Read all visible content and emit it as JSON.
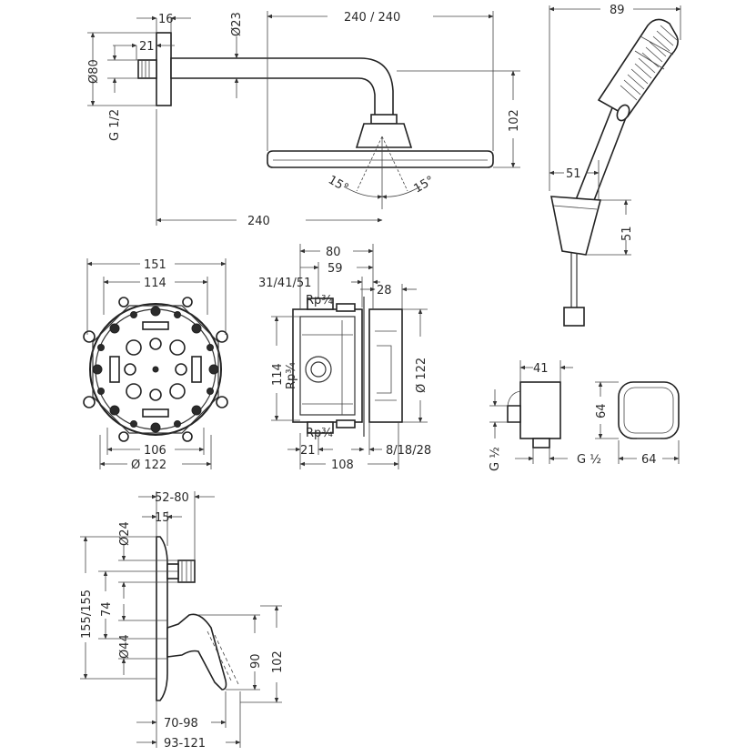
{
  "colors": {
    "line": "#333333",
    "background": "#ffffff",
    "dark_part": "#2b2b2b"
  },
  "shower_head": {
    "dim_16": "16",
    "dim_21": "21",
    "dim_d23": "Ø23",
    "dim_240_240": "240 / 240",
    "dim_d80": "Ø80",
    "dim_g12": "G 1/2",
    "dim_102": "102",
    "angle_left": "15°",
    "angle_right": "15°",
    "dim_240": "240"
  },
  "hand_shower": {
    "dim_89": "89",
    "dim_51_h": "51",
    "dim_51_v": "51"
  },
  "mounting_ring": {
    "dim_151": "151",
    "dim_114": "114",
    "dim_106": "106",
    "dim_d122": "Ø 122"
  },
  "valve_body": {
    "dim_80": "80",
    "dim_59": "59",
    "dim_31_41_51": "31/41/51",
    "dim_28": "28",
    "rp_top": "Rp¾",
    "rp_mid": "Rp¾",
    "rp_bottom": "Rp¾",
    "dim_114": "114",
    "dim_d122": "Ø 122",
    "dim_21": "21",
    "dim_8_18_28": "8/18/28",
    "dim_108": "108"
  },
  "wall_outlet": {
    "dim_41": "41",
    "dim_g12_v": "G ½",
    "dim_g12_h": "G ½",
    "dim_64_v": "64",
    "dim_64_h": "64"
  },
  "mixer": {
    "dim_52_80": "52-80",
    "dim_d24": "Ø24",
    "dim_15": "15",
    "dim_155_155": "155/155",
    "dim_74": "74",
    "dim_d44": "Ø44",
    "dim_90": "90",
    "dim_102": "102",
    "dim_70_98": "70-98",
    "dim_93_121": "93-121"
  }
}
